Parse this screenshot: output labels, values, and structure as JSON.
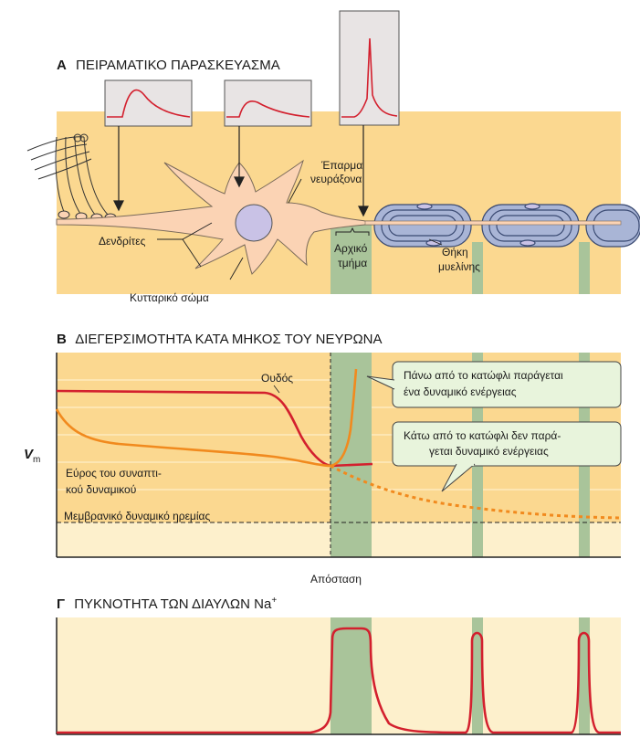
{
  "panel_a": {
    "letter": "Α",
    "title": "ΠΕΙΡΑΜΑΤΙΚΟ ΠΑΡΑΣΚΕΥΑΣΜΑ",
    "labels": {
      "axon_hillock_line1": "Έπαρμα",
      "axon_hillock_line2": "νευράξονα",
      "dendrites": "Δενδρίτες",
      "cell_body": "Κυτταρικό σώμα",
      "initial_segment_line1": "Αρχικό",
      "initial_segment_line2": "τμήμα",
      "myelin_line1": "Θήκη",
      "myelin_line2": "μυελίνης"
    }
  },
  "panel_b": {
    "letter": "Β",
    "title": "ΔΙΕΓΕΡΣΙΜΟΤΗΤΑ ΚΑΤΑ ΜΗΚΟΣ ΤΟΥ ΝΕΥΡΩΝΑ",
    "y_axis_label": "V",
    "y_axis_sub": "m",
    "x_axis_label": "Απόσταση",
    "threshold_label": "Ουδός",
    "amplitude_line1": "Εύρος του συναπτι-",
    "amplitude_line2": "κού δυναμικού",
    "resting_label": "Μεμβρανικό δυναμικό ηρεμίας",
    "callout_above_line1": "Πάνω από το κατώφλι παράγεται",
    "callout_above_line2": "ένα δυναμικό ενέργειας",
    "callout_below_line1": "Κάτω από το κατώφλι δεν παρά-",
    "callout_below_line2": "γεται δυναμικό ενέργειας"
  },
  "panel_c": {
    "letter": "Γ",
    "title": "ΠΥΚΝΟΤΗΤΑ ΤΩΝ ΔΙΑΥΛΩΝ Na",
    "title_sup": "+"
  },
  "colors": {
    "background_orange": "#fbd890",
    "background_light": "#fdf0cc",
    "band_green": "#a9c49a",
    "red_curve": "#d3202e",
    "orange_curve": "#f18a1e",
    "neuron_fill": "#fbd3b4",
    "nucleus_fill": "#c9c2e6",
    "myelin_fill": "#a9b5d6",
    "callout_fill": "#e8f4dc"
  }
}
